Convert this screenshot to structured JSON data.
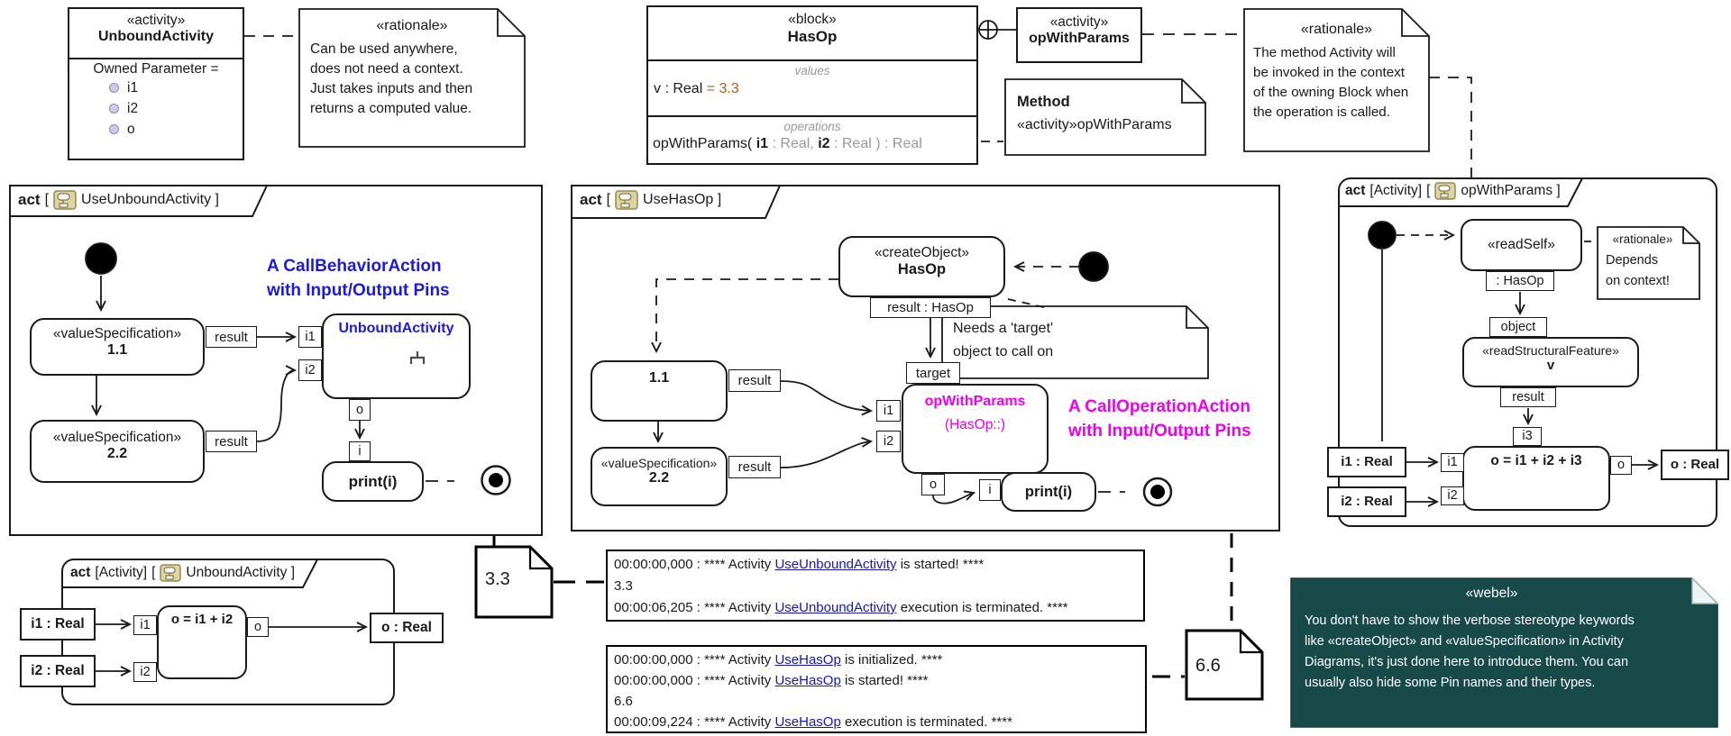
{
  "colors": {
    "blue": "#1b1be0",
    "magenta": "#ee00ee",
    "orange": "#b06019",
    "link": "#1414cc",
    "webel_bg": "#184a49"
  },
  "top": {
    "unbound_class": {
      "stereotype": "«activity»",
      "name": "UnboundActivity",
      "attr_label": "Owned Parameter =",
      "params": [
        "i1",
        "i2",
        "o"
      ]
    },
    "rationale_left": {
      "title": "«rationale»",
      "lines": [
        "Can be used anywhere,",
        "does not need a context.",
        "Just takes inputs and then",
        "returns a computed value."
      ]
    },
    "hasop": {
      "stereotype": "«block»",
      "name": "HasOp",
      "values_label": "values",
      "value_lhs": "v : Real ",
      "value_rhs": "= 3.3",
      "operations_label": "operations",
      "op_p1": "opWithParams( ",
      "op_i1": "i1",
      "op_t1": " : Real, ",
      "op_i2": "i2",
      "op_t2": " : Real ) : Real"
    },
    "op_activity": {
      "stereotype": "«activity»",
      "name": "opWithParams"
    },
    "method_note": {
      "title": "Method",
      "line": "«activity»opWithParams"
    },
    "rationale_right": {
      "title": "«rationale»",
      "lines": [
        "The method Activity will",
        "be invoked in the context",
        "of the owning Block when",
        "the operation is called."
      ]
    }
  },
  "frame_use_unbound": {
    "keyword": "act",
    "bracket": "[",
    "title": "UseUnboundActivity ]",
    "annotation": [
      "A CallBehaviorAction",
      "with Input/Output Pins"
    ],
    "vs1": {
      "stereotype": "«valueSpecification»",
      "name": "1.1"
    },
    "vs2": {
      "stereotype": "«valueSpecification»",
      "name": "2.2"
    },
    "pin_result1": "result",
    "pin_result2": "result",
    "pin_i1": "i1",
    "pin_i2": "i2",
    "pin_o": "o",
    "pin_i": "i",
    "action": "UnboundActivity",
    "print": "print(i)"
  },
  "frame_unbound_def": {
    "keyword": "act",
    "kind": "[Activity]",
    "bracket": "[",
    "title": "UnboundActivity ]",
    "param_i1": "i1 : Real",
    "param_i2": "i2 : Real",
    "param_o": "o : Real",
    "pin_i1": "i1",
    "pin_i2": "i2",
    "pin_o": "o",
    "action": "o = i1 + i2"
  },
  "frame_use_hasop": {
    "keyword": "act",
    "bracket": "[",
    "title": "UseHasOp ]",
    "create": {
      "stereotype": "«createObject»",
      "name": "HasOp"
    },
    "pin_result_hasop": "result : HasOp",
    "pin_target": "target",
    "call": {
      "name": "opWithParams",
      "context": "(HasOp::)"
    },
    "vs1": {
      "stereotype": "«valueSpecification»",
      "name": "1.1"
    },
    "vs2": {
      "stereotype": "«valueSpecification»",
      "name": "2.2"
    },
    "pin_result1": "result",
    "pin_result2": "result",
    "pin_i1": "i1",
    "pin_i2": "i2",
    "pin_o": "o",
    "pin_i": "i",
    "print": "print(i)",
    "note_target": [
      "Needs a 'target'",
      "object to call on"
    ],
    "annotation": [
      "A CallOperationAction",
      "with Input/Output Pins"
    ]
  },
  "frame_op_def": {
    "keyword": "act",
    "kind": "[Activity]",
    "bracket": "[",
    "title": "opWithParams ]",
    "read_self": "«readSelf»",
    "pin_hasop": ": HasOp",
    "rationale": {
      "title": "«rationale»",
      "lines": [
        "Depends",
        "on context!"
      ]
    },
    "pin_object": "object",
    "rsf": {
      "stereotype": "«readStructuralFeature»",
      "name": "v"
    },
    "pin_result": "result",
    "pin_i3": "i3",
    "action": "o = i1 + i2 + i3",
    "pin_i1": "i1",
    "pin_i2": "i2",
    "pin_o": "o",
    "param_i1": "i1 : Real",
    "param_i2": "i2 : Real",
    "param_o": "o : Real"
  },
  "note_33": "3.3",
  "note_66": "6.6",
  "logs": {
    "box1": [
      {
        "pre": "00:00:00,000 : **** Activity ",
        "link": "UseUnboundActivity",
        "post": " is started! ****"
      },
      {
        "text": "3.3"
      },
      {
        "pre": "00:00:06,205 : **** Activity ",
        "link": "UseUnboundActivity",
        "post": " execution is terminated. ****"
      }
    ],
    "box2": [
      {
        "pre": "00:00:00,000 : **** Activity ",
        "link": "UseHasOp",
        "post": " is initialized. ****"
      },
      {
        "pre": "00:00:00,000 : **** Activity ",
        "link": "UseHasOp",
        "post": " is started! ****"
      },
      {
        "text": "6.6"
      },
      {
        "pre": "00:00:09,224 : **** Activity ",
        "link": "UseHasOp",
        "post": " execution is terminated. ****"
      }
    ]
  },
  "webel": {
    "title": "«webel»",
    "lines": [
      "You don't have to show the verbose stereotype keywords",
      "like «createObject» and «valueSpecification» in Activity",
      "Diagrams, it's just done here to introduce them. You can",
      "usually also hide some Pin names and their types."
    ]
  }
}
